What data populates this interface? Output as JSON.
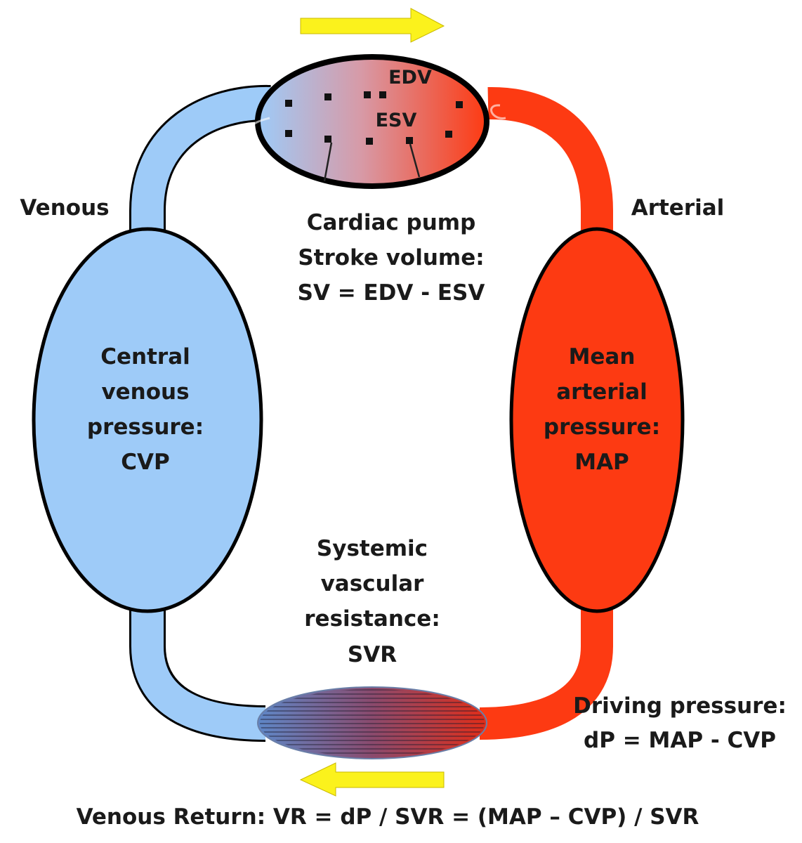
{
  "labels": {
    "venous": "Venous",
    "arterial": "Arterial",
    "edv": "EDV",
    "esv": "ESV",
    "pump": [
      "Cardiac pump",
      "Stroke volume:",
      "SV = EDV - ESV"
    ],
    "cvp": [
      "Central",
      "venous",
      "pressure:",
      "CVP"
    ],
    "map": [
      "Mean",
      "arterial",
      "pressure:",
      "MAP"
    ],
    "svr": [
      "Systemic",
      "vascular",
      "resistance:",
      "SVR"
    ],
    "driving": [
      "Driving pressure:",
      "dP = MAP - CVP"
    ],
    "venous_return": "Venous Return: VR = dP / SVR = (MAP – CVP) / SVR"
  },
  "colors": {
    "venous": "#9ecbf8",
    "arterial": "#fd3a12",
    "arrow": "#fbf21c",
    "outline": "#000000"
  },
  "icons": {
    "top_arrow": "arrow-right-icon",
    "bottom_arrow": "arrow-left-icon"
  }
}
